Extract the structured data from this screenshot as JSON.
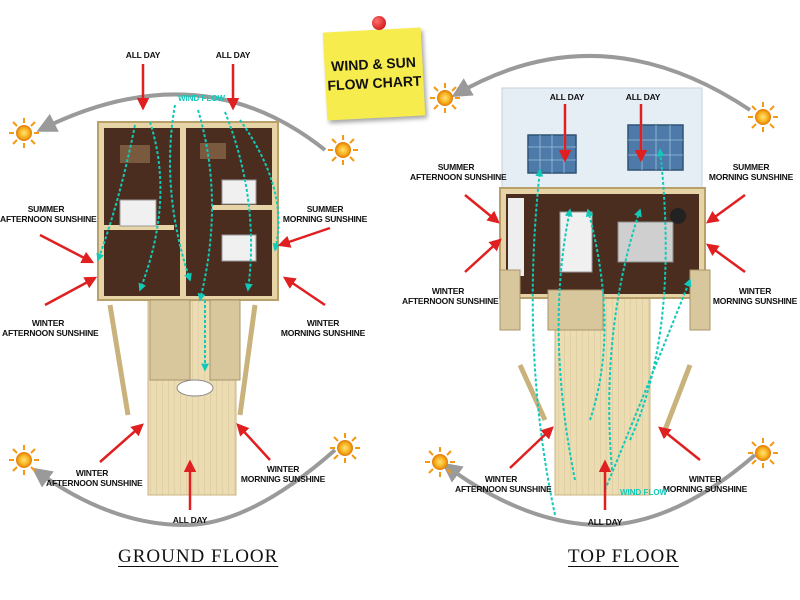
{
  "title": {
    "line1": "WIND & SUN",
    "line2": "FLOW CHART"
  },
  "ground_floor": {
    "caption": "GROUND FLOOR",
    "wind_label": "WIND FLOW",
    "all_day_top_left": "ALL DAY",
    "all_day_top_right": "ALL DAY",
    "all_day_bottom": "ALL DAY",
    "summer_afternoon": [
      "SUMMER",
      "AFTERNOON SUNSHINE"
    ],
    "summer_morning": [
      "SUMMER",
      "MORNING SUNSHINE"
    ],
    "winter_afternoon_mid": [
      "WINTER",
      "AFTERNOON SUNSHINE"
    ],
    "winter_morning_mid": [
      "WINTER",
      "MORNING SUNSHINE"
    ],
    "winter_afternoon_low": [
      "WINTER",
      "AFTERNOON SUNSHINE"
    ],
    "winter_morning_low": [
      "WINTER",
      "MORNING SUNSHINE"
    ]
  },
  "top_floor": {
    "caption": "TOP FLOOR",
    "wind_label": "WIND FLOW",
    "all_day_left": "ALL DAY",
    "all_day_right": "ALL DAY",
    "all_day_bottom": "ALL DAY",
    "summer_afternoon": [
      "SUMMER",
      "AFTERNOON SUNSHINE"
    ],
    "summer_morning": [
      "SUMMER",
      "MORNING SUNSHINE"
    ],
    "winter_afternoon_mid": [
      "WINTER",
      "AFTERNOON SUNSHINE"
    ],
    "winter_morning_mid": [
      "WINTER",
      "MORNING SUNSHINE"
    ],
    "winter_afternoon_low": [
      "WINTER",
      "AFTERNOON SUNSHINE"
    ],
    "winter_morning_low": [
      "WINTER",
      "MORNING SUNSHINE"
    ]
  },
  "colors": {
    "arrow_red": "#e02020",
    "wind_teal": "#11c9b9",
    "sun_orange": "#f39a12",
    "note_yellow": "#f6ec4d",
    "floor_wood": "#4a2d1e",
    "deck_wood": "#ecdcb2",
    "path_gray": "#9a9a9a"
  },
  "icons": [
    "sun-icon",
    "push-pin-icon",
    "solar-panel-icon",
    "sun-path-arrow-icon"
  ]
}
